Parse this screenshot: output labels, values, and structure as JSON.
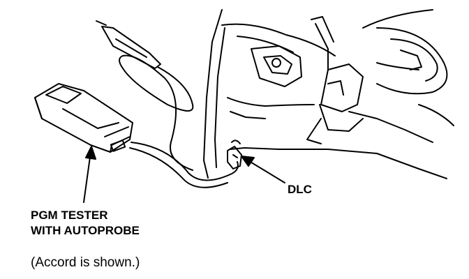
{
  "labels": {
    "dlc": "DLC",
    "pgm_line1": "PGM TESTER",
    "pgm_line2": "WITH AUTOPROBE"
  },
  "caption": "(Accord is shown.)"
}
